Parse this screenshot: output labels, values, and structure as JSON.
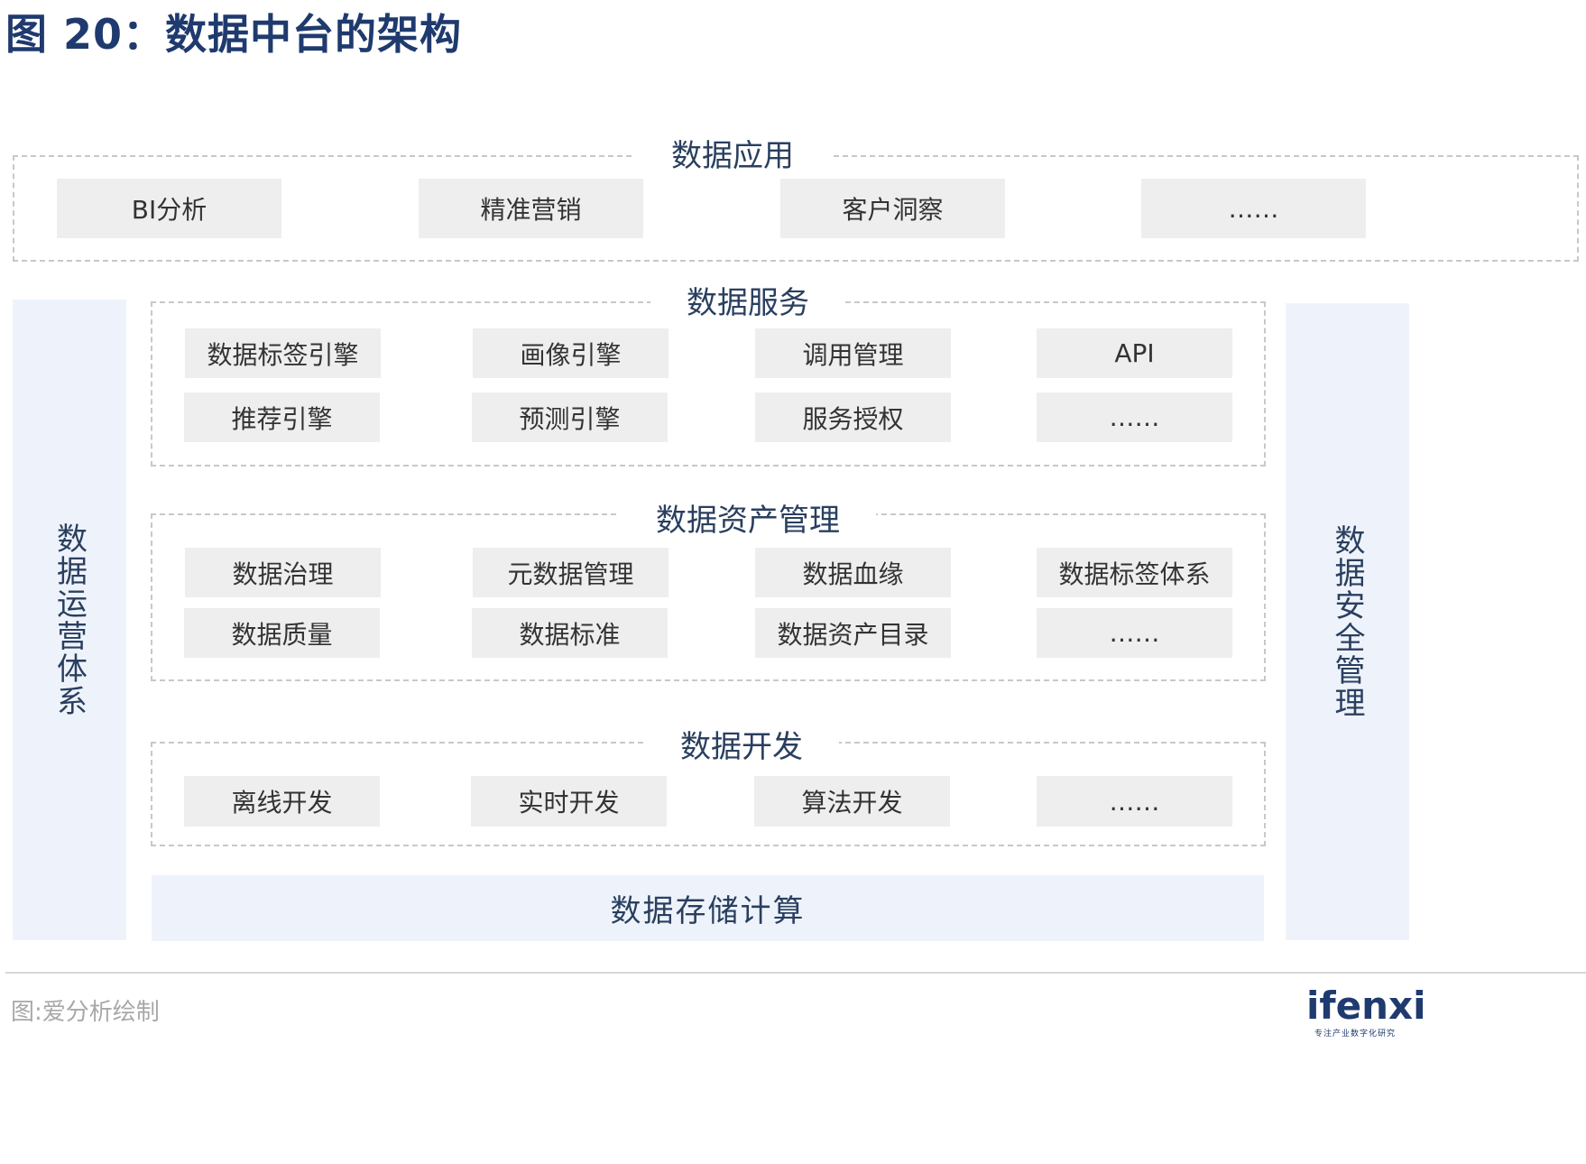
{
  "figure_title": "图 20：数据中台的架构",
  "data_app": {
    "title": "数据应用",
    "items": [
      "BI分析",
      "精准营销",
      "客户洞察",
      "……"
    ]
  },
  "data_service": {
    "title": "数据服务",
    "row1": [
      "数据标签引擎",
      "画像引擎",
      "调用管理",
      "API"
    ],
    "row2": [
      "推荐引擎",
      "预测引擎",
      "服务授权",
      "……"
    ]
  },
  "data_asset": {
    "title": "数据资产管理",
    "row1": [
      "数据治理",
      "元数据管理",
      "数据血缘",
      "数据标签体系"
    ],
    "row2": [
      "数据质量",
      "数据标准",
      "数据资产目录",
      "……"
    ]
  },
  "data_dev": {
    "title": "数据开发",
    "items": [
      "离线开发",
      "实时开发",
      "算法开发",
      "……"
    ]
  },
  "left_pillar": "数据运营体系",
  "right_pillar": "数据安全管理",
  "bottom_bar": "数据存储计算",
  "source": "图:爱分析绘制",
  "logo": {
    "word": "ifenxi",
    "tagline": "专注产业数字化研究"
  }
}
